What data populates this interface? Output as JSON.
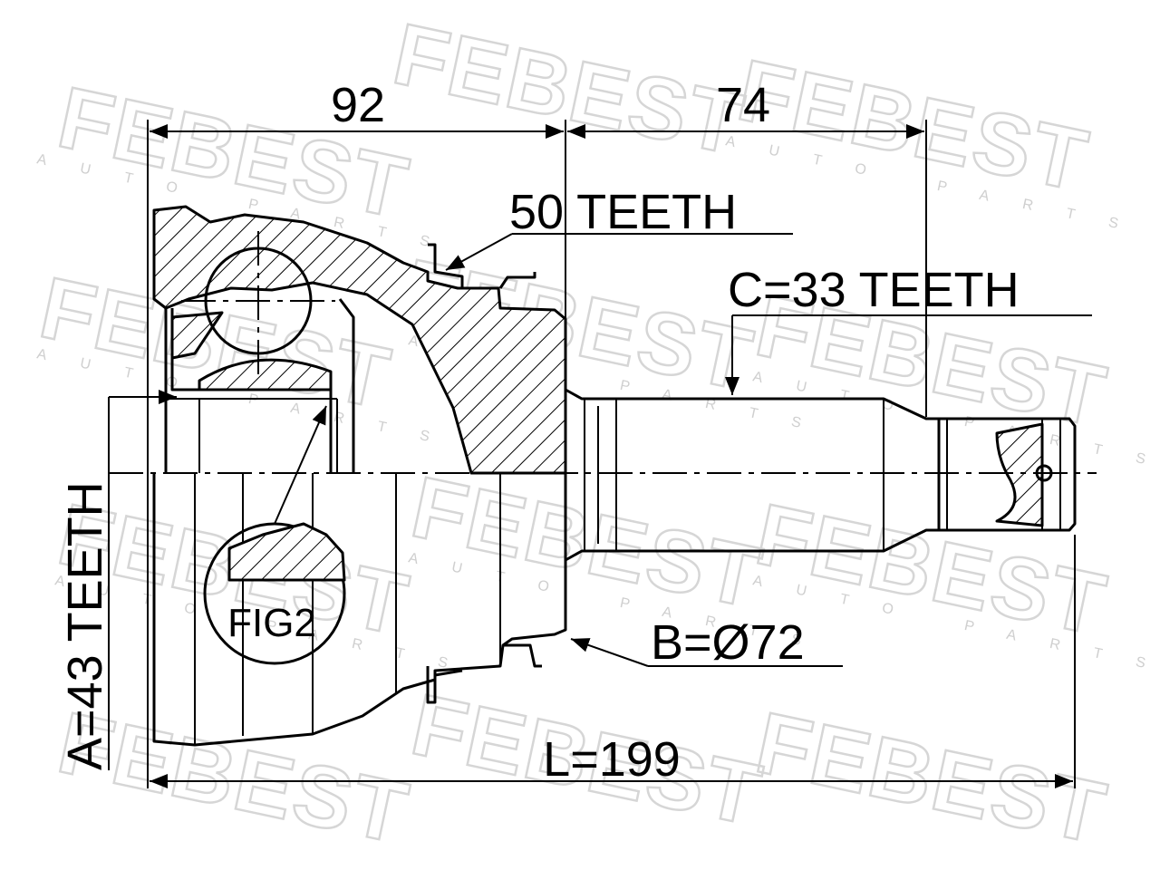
{
  "diagram": {
    "brand_watermark": "FEBEST",
    "brand_sub": "AUTO PARTS",
    "dimension_left_width": "92",
    "dimension_right_width": "74",
    "label_outer_teeth": "50 TEETH",
    "label_shaft_teeth": "C=33 TEETH",
    "label_inner_teeth": "A=43 TEETH",
    "label_diameter": "B=Ø72",
    "label_length": "L=199",
    "label_detail": "FIG2"
  }
}
